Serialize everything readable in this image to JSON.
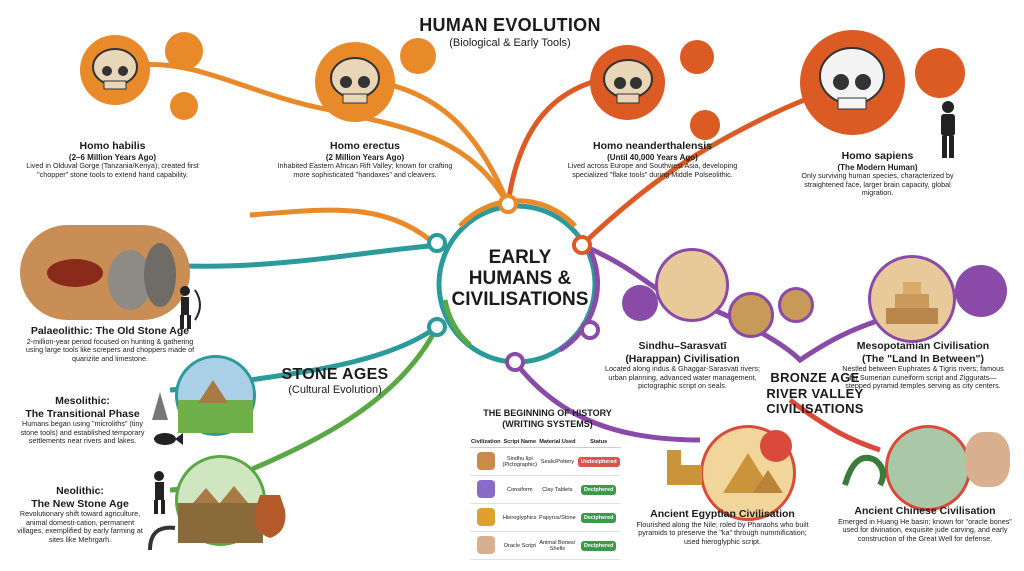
{
  "title": {
    "main": "HUMAN EVOLUTION",
    "sub": "(Biological & Early Tools)"
  },
  "center": {
    "line1": "EARLY",
    "line2": "HUMANS &",
    "line3": "CIVILISATIONS"
  },
  "species": [
    {
      "name": "Homo habilis",
      "period": "(2–6 Million Years Ago)",
      "desc": "Lived in Olduval Gorge (Tanzania/Kenya); created first \"chopper\" stone tools to extend hand capability."
    },
    {
      "name": "Homo erectus",
      "period": "(2 Million Years Ago)",
      "desc": "Inhabited Eastern African Rift Valley; known for crafting more sophisticated \"handaxes\" and cleavers."
    },
    {
      "name": "Homo neanderthalensis",
      "period": "(Until 40,000 Years Ago)",
      "desc": "Lived across Europe and Southwest Asia, developing specialized \"flake tools\" during Middle Polseolithic."
    },
    {
      "name": "Homo sapiens",
      "period": "(The Modern Human)",
      "desc": "Only surviving human species, characterized by straightened face, larger brain capacity, global migration."
    }
  ],
  "stone_ages": {
    "title": "STONE AGES",
    "sub": "(Cultural Evolution)",
    "items": [
      {
        "name": "Palaeolithic: The Old Stone Age",
        "desc": "2-million-year period focused on hunting & gathering using large tools like screpers and choppers made of quarizite and limestone."
      },
      {
        "name": "Mesolithic:",
        "name2": "The Transitional Phase",
        "desc": "Humans began using \"microliths\" (tiny stone tools) and established temporary settlements near rivers and lakes."
      },
      {
        "name": "Neolithic:",
        "name2": "The New Stone Age",
        "desc": "Revolutionary shift toward agriculture, animal domesti-cation, permanent villages, exemplified by early farming at sites like Mehrgarh."
      }
    ]
  },
  "bronze": {
    "title1": "BRONZE AGE",
    "title2": "RIVER VALLEY",
    "title3": "CIVILISATIONS",
    "items": [
      {
        "name": "Sindhu–Sarasvatī",
        "name2": "(Harappan) Civilisation",
        "desc": "Located along indus & Ghaggar-Sarasvati rivers; urban planning, advanced water management, pictographic script on seals."
      },
      {
        "name": "Mesopotamian Civilisation",
        "name2": "(The \"Land In Between\")",
        "desc": "Nestled between Euphrates & Tigris rivers; famous for Sumerian cuneiform script and Ziggurats—stepped pyramid temples serving as city centers."
      },
      {
        "name": "Ancient Egyptian Civilisation",
        "name2": "",
        "desc": "Flourished along the Nile; roled by Pharaohs who built pyramids to preserve the \"ka\" through nummification; used hieroglyphic script."
      },
      {
        "name": "Ancient Chinese Civilisation",
        "name2": "",
        "desc": "Emerged in Huang He basin; known for \"oracle bones\" used for divination, exquisite jude carving, and early construction of the Great Well for defense."
      }
    ]
  },
  "writing": {
    "title1": "THE BEGINNING OF HISTORY",
    "title2": "(WRITING SYSTEMS)",
    "headers": [
      "Civilization",
      "Script Name",
      "Material Used",
      "Status"
    ],
    "rows": [
      {
        "script": "Sindhu lipi (Pictographic)",
        "material": "Seals/Pottery",
        "status": "Undesiphered",
        "color": "#d9534f",
        "icon_color": "#c98a4a"
      },
      {
        "script": "Consiform",
        "material": "Clay Tablets",
        "status": "Deciphered",
        "color": "#3a9a4a",
        "icon_color": "#8a6cc8"
      },
      {
        "script": "Hieroglyphics",
        "material": "Papyrus/Stone",
        "status": "Deciphered",
        "color": "#3a9a4a",
        "icon_color": "#e0a030"
      },
      {
        "script": "Oracle Script",
        "material": "Animal Bones/ Shells",
        "status": "Deciphered",
        "color": "#3a9a4a",
        "icon_color": "#d8b090"
      }
    ]
  },
  "colors": {
    "orange": "#e98a2a",
    "dark_orange": "#dc5a24",
    "teal": "#2a9a9a",
    "green": "#5aa845",
    "purple": "#8a4aa8",
    "red": "#d94a3a",
    "center_fill": "#ffffff"
  }
}
